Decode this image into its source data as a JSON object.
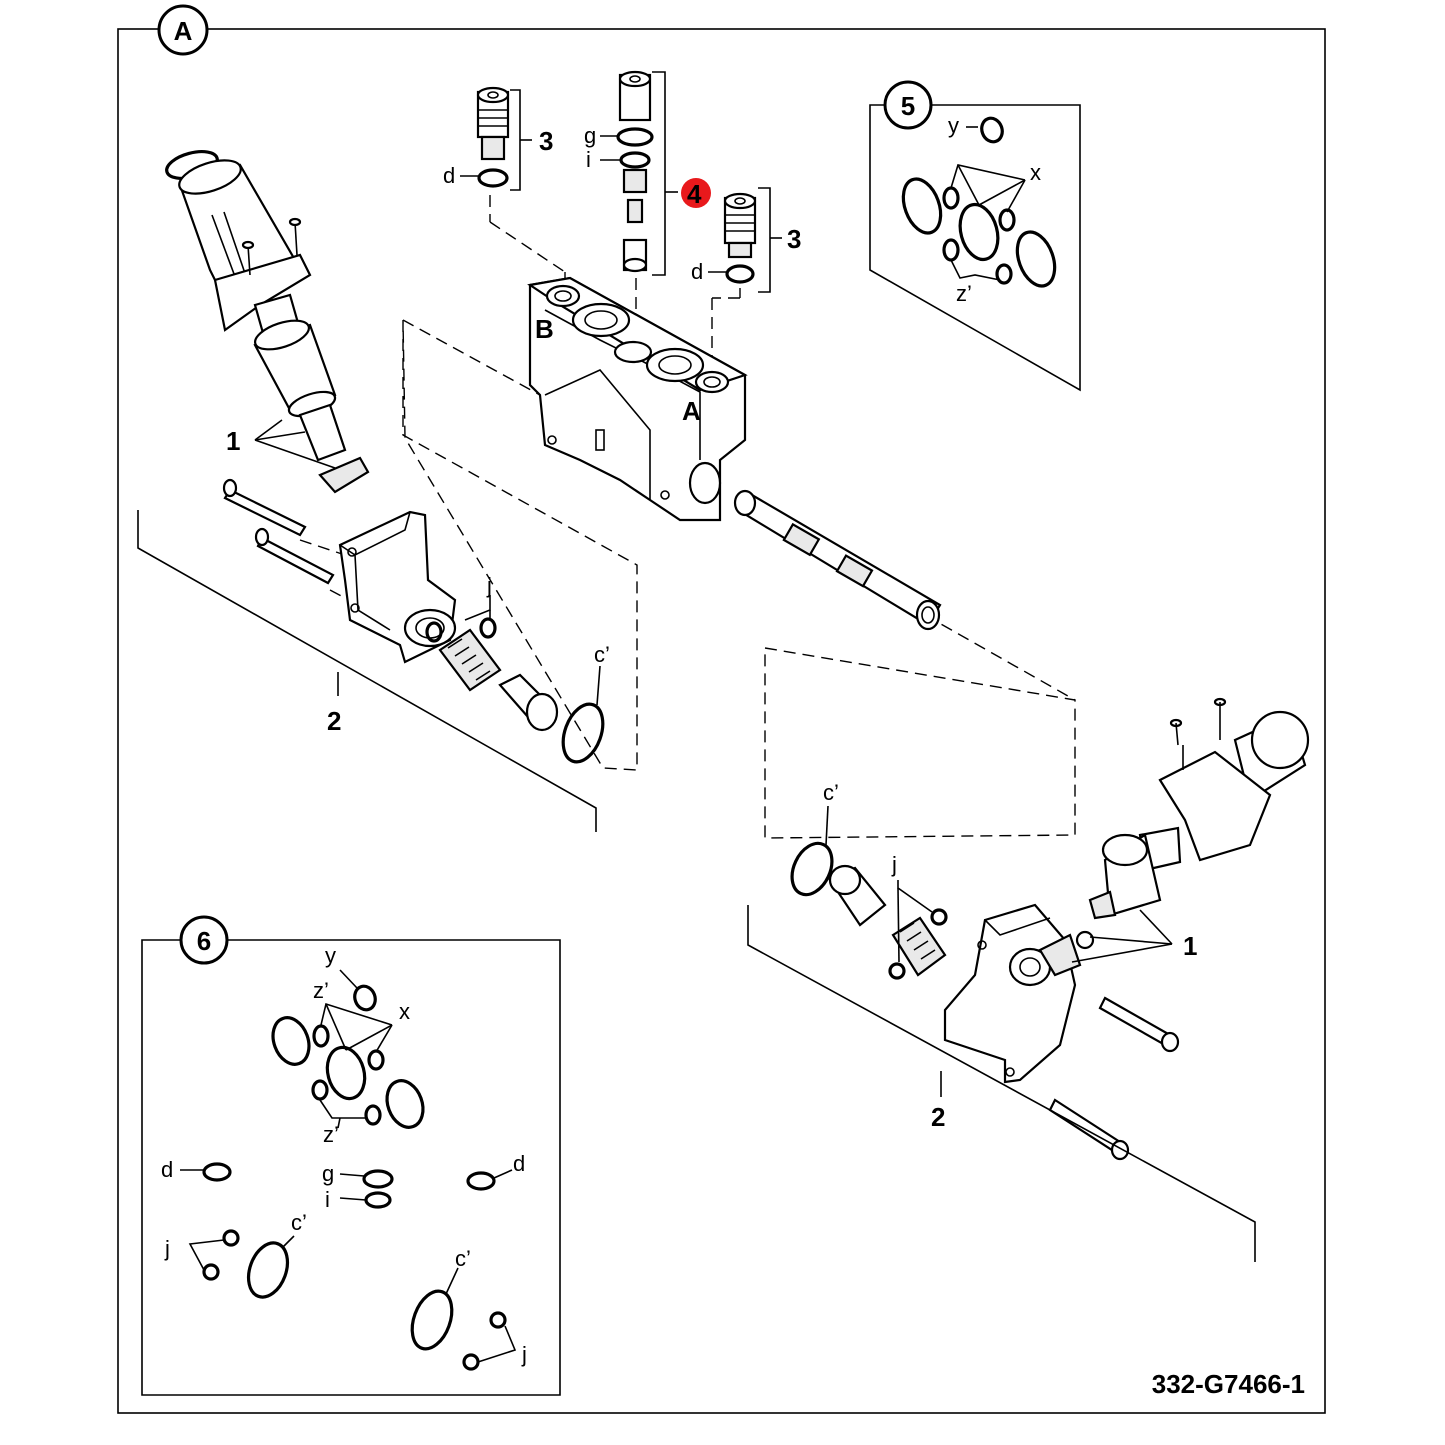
{
  "figure": {
    "section_letter": "A",
    "drawing_code": "332-G7466-1",
    "highlight_color": "#e8191c"
  },
  "callouts": {
    "item1": "1",
    "item2": "2",
    "item3": "3",
    "item4": "4",
    "item5": "5",
    "item6": "6"
  },
  "seal_letters": {
    "d": "d",
    "g": "g",
    "i": "i",
    "j": "j",
    "c_prime": "c’",
    "x": "x",
    "y": "y",
    "z_prime": "z’"
  }
}
